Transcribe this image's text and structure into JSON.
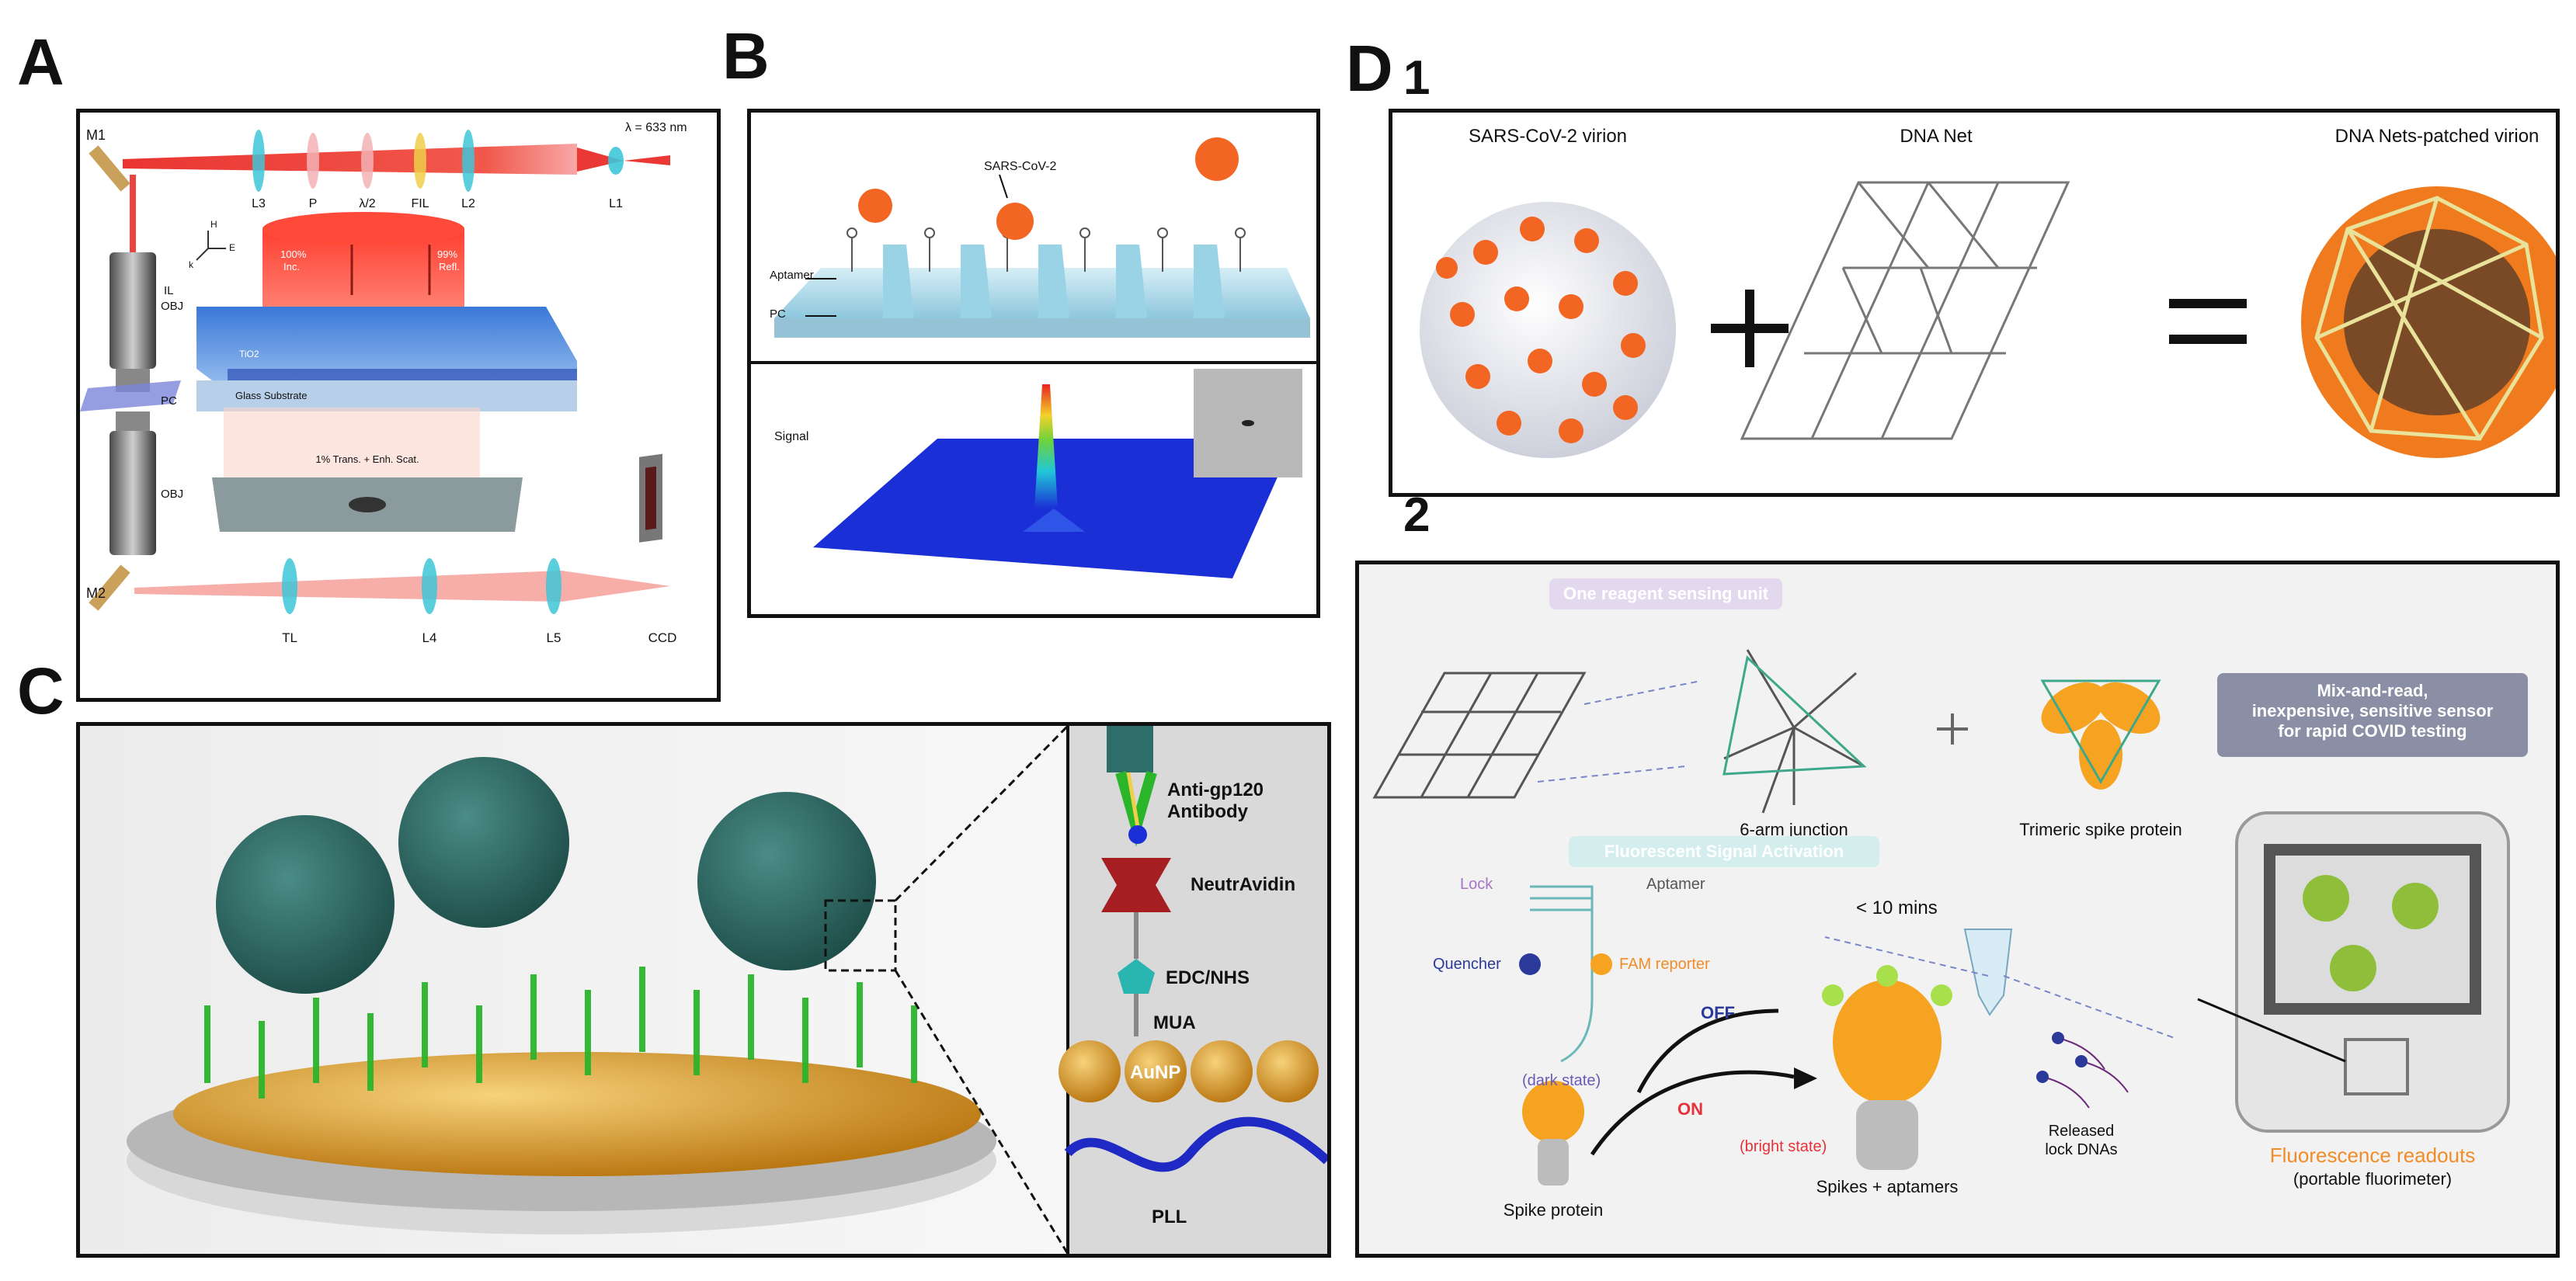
{
  "panel_labels": {
    "a": "A",
    "b": "B",
    "c": "C",
    "d": "D",
    "d1": "1",
    "d2": "2"
  },
  "panelA": {
    "wavelength": "λ = 633 nm",
    "mirrors": {
      "m1": "M1",
      "m2": "M2"
    },
    "lenses_top": {
      "l3": "L3",
      "p": "P",
      "hwp": "λ/2",
      "fil": "FIL",
      "l2": "L2",
      "l1": "L1"
    },
    "objectives": {
      "il_obj_1": "IL",
      "il_obj_2": "OBJ",
      "pc": "PC",
      "obj": "OBJ"
    },
    "lenses_bottom": {
      "tl": "TL",
      "l4": "L4",
      "l5": "L5",
      "ccd": "CCD"
    },
    "inset": {
      "h": "H",
      "e": "E",
      "k": "k",
      "inc_1": "100%",
      "inc_2": "Inc.",
      "refl_1": "99%",
      "refl_2": "Refl.",
      "layer": "TiO2",
      "substrate": "Glass Substrate",
      "trans": "1% Trans. + Enh. Scat."
    }
  },
  "panelB": {
    "virus": "SARS-CoV-2",
    "aptamer": "Aptamer",
    "pc": "PC",
    "signal": "Signal"
  },
  "panelC": {
    "labels": {
      "antibody_1": "Anti-gp120",
      "antibody_2": "Antibody",
      "neutravidin": "NeutrAvidin",
      "edc": "EDC/NHS",
      "mua": "MUA",
      "aunp": "AuNP",
      "pll": "PLL"
    }
  },
  "panelD1": {
    "virion": "SARS-CoV-2 virion",
    "net": "DNA Net",
    "patched": "DNA Nets-patched virion",
    "plus": "+",
    "equals": "="
  },
  "panelD2": {
    "sensing_unit": "One reagent sensing unit",
    "junction": "6-arm junction",
    "trimeric": "Trimeric spike protein",
    "plus": "+",
    "mix_read_1": "Mix-and-read,",
    "mix_read_2": "inexpensive, sensitive sensor",
    "mix_read_3": "for rapid COVID testing",
    "activation": "Fluorescent Signal Activation",
    "lock": "Lock",
    "aptamer": "Aptamer",
    "quencher": "Quencher",
    "fam": "FAM reporter",
    "dark": "(dark state)",
    "off": "OFF",
    "on": "ON",
    "bright": "(bright state)",
    "time": "< 10 mins",
    "released_1": "Released",
    "released_2": "lock DNAs",
    "spike_protein": "Spike protein",
    "spikes_aptamers": "Spikes + aptamers",
    "readout_1": "Fluorescence readouts",
    "readout_2": "(portable fluorimeter)"
  },
  "colors": {
    "laser_red": "#e8231f",
    "lens_cyan": "#3ec6d8",
    "virus_orange": "#f26522",
    "virus_teal": "#2e6e6a",
    "antibody_green": "#2bb52b",
    "aunp_gold": "#d4931e",
    "surface_blue": "#1a2fd6",
    "badge_purple": "#e3d9ef",
    "badge_teal": "#d4eeee",
    "badge_grey": "#8a8fa6",
    "off_blue": "#2b3a9a",
    "on_red": "#e8323a",
    "readout_orange": "#f28c28"
  }
}
